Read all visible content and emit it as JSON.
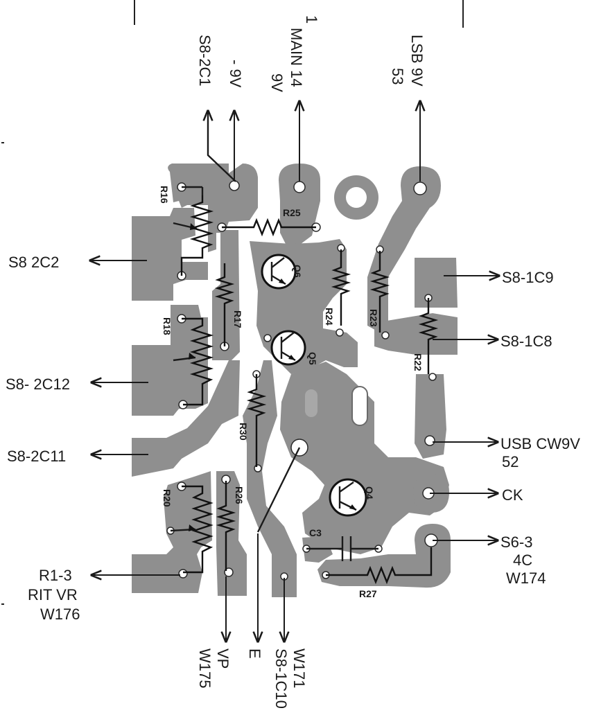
{
  "labels": {
    "s8_2c1": "S8-2C1",
    "minus_9v": "- 9V",
    "main_14": "MAIN 14",
    "main_9v": "9V",
    "marker_1": "1",
    "lsb_9v": "LSB 9V",
    "lsb_53": "53",
    "s8_2c2": "S8  2C2",
    "s8_2c12": "S8- 2C12",
    "s8_2c11": "S8-2C11",
    "r1_3": "R1-3",
    "rit_vr": "RIT VR",
    "w176": "W176",
    "s8_1c9": "S8-1C9",
    "s8_1c8": "S8-1C8",
    "usb_cw9v": "USB CW9V",
    "usb_52": "52",
    "ck": "CK",
    "s6_3": "S6-3",
    "label_4c": "4C",
    "w174": "W174",
    "vp": "VP",
    "w175": "W175",
    "e": "E",
    "s8_1c10": "S8-1C10",
    "w171": "W171"
  },
  "components": {
    "r16": "R16",
    "r25": "R25",
    "q6": "Q6",
    "r17": "R17",
    "r18": "R18",
    "q5": "Q5",
    "r24": "R24",
    "r23": "R23",
    "r22": "R22",
    "r30": "R30",
    "r20": "R20",
    "r26": "R26",
    "q4": "Q4",
    "c3": "C3",
    "r27": "R27"
  },
  "colors": {
    "copper": "#8f8f8f",
    "ink": "#1a1a1a",
    "background": "#ffffff"
  }
}
